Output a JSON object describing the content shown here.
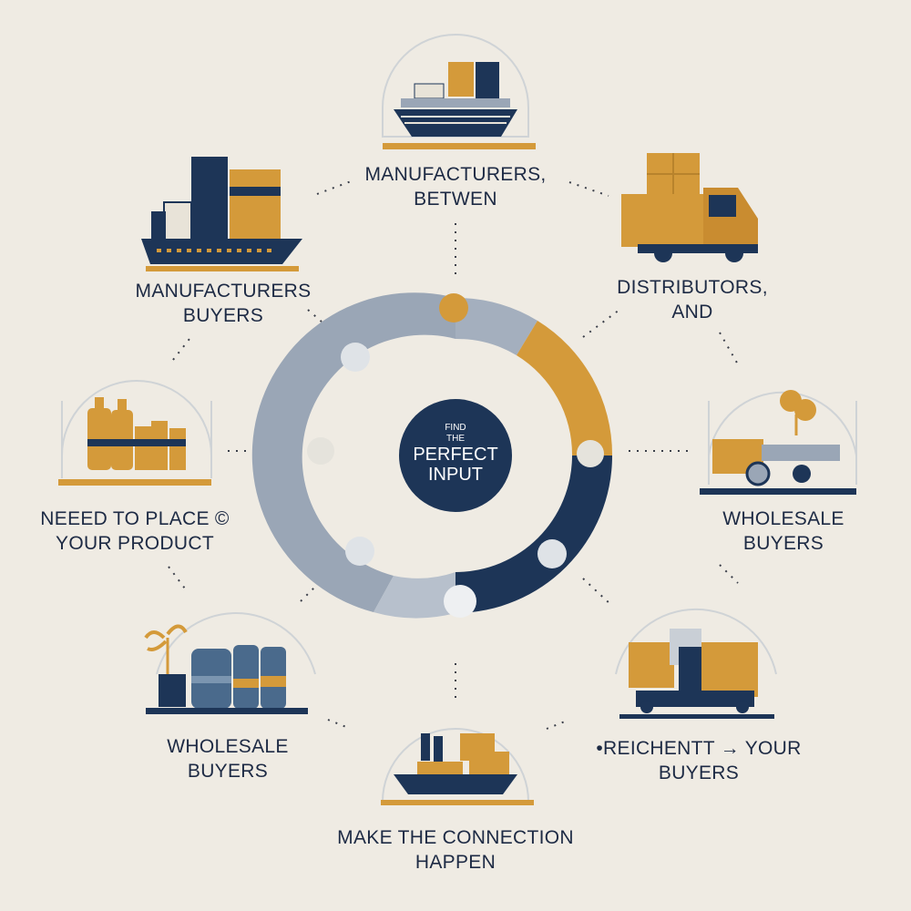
{
  "colors": {
    "background": "#efebe3",
    "navy": "#1d3557",
    "gold": "#d49a3a",
    "slate": "#9aa6b6",
    "ring_outline": "#cfd3d6"
  },
  "center": {
    "line1": "FIND",
    "line2": "THE",
    "line3": "PERFECT",
    "line4": "INPUT"
  },
  "nodes": [
    {
      "id": "top",
      "icon": "cargo-ship-icon",
      "lines": [
        "MANUFACTURERS,",
        "BETWEN"
      ]
    },
    {
      "id": "top-right",
      "icon": "delivery-truck-icon",
      "lines": [
        "DISTRIBUTORS,",
        "AND"
      ]
    },
    {
      "id": "right",
      "icon": "pickup-truck-icon",
      "lines": [
        "WHOLESALE",
        "BUYERS"
      ]
    },
    {
      "id": "bottom-right",
      "icon": "cargo-truck-icon",
      "lines": [
        "•REICHENTT → YOUR",
        "BUYERS"
      ]
    },
    {
      "id": "bottom",
      "icon": "container-ship-icon",
      "lines": [
        "MAKE THE CONNECTION",
        "HAPPEN"
      ]
    },
    {
      "id": "bottom-left",
      "icon": "bottles-plant-icon",
      "lines": [
        "WHOLESALE",
        "BUYERS"
      ]
    },
    {
      "id": "left",
      "icon": "bottles-icon",
      "lines": [
        "NEEED TO PLACE ©",
        "YOUR  PRODUCT"
      ]
    },
    {
      "id": "top-left",
      "icon": "loaded-ship-icon",
      "lines": [
        "MANUFACTURERS",
        "BUYERS"
      ]
    }
  ]
}
